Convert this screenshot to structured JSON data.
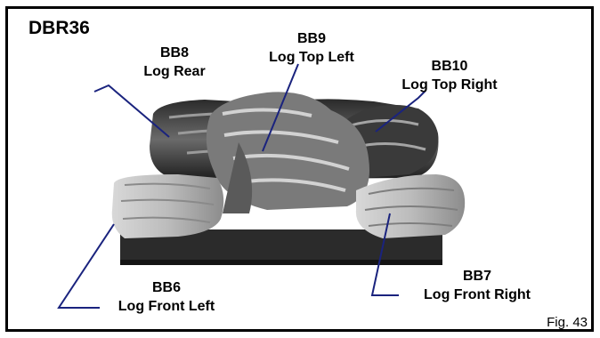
{
  "title": "DBR36",
  "figure_label": "Fig. 43",
  "parts": [
    {
      "code": "BB8",
      "name": "Log Rear"
    },
    {
      "code": "BB9",
      "name": "Log Top Left"
    },
    {
      "code": "BB10",
      "name": "Log Top Right"
    },
    {
      "code": "BB6",
      "name": "Log Front Left"
    },
    {
      "code": "BB7",
      "name": "Log Front Right"
    }
  ],
  "colors": {
    "line": "#1a237e",
    "border": "#000000"
  }
}
